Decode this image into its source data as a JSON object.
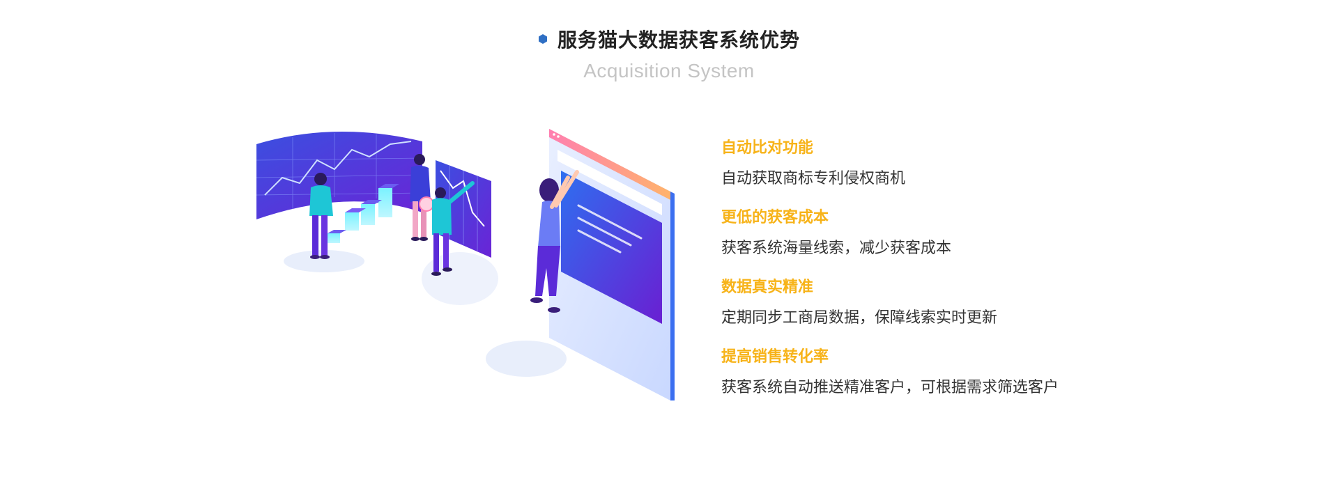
{
  "header": {
    "title": "服务猫大数据获客系统优势",
    "subtitle": "Acquisition System",
    "bullet_icon": "hexagon-icon",
    "bullet_color": "#2f6fc4"
  },
  "illustration": {
    "icon": "team-analytics-illustration"
  },
  "features": [
    {
      "title": "自动比对功能",
      "desc": "自动获取商标专利侵权商机"
    },
    {
      "title": "更低的获客成本",
      "desc": "获客系统海量线索，减少获客成本"
    },
    {
      "title": "数据真实精准",
      "desc": "定期同步工商局数据，保障线索实时更新"
    },
    {
      "title": "提高销售转化率",
      "desc": "获客系统自动推送精准客户，可根据需求筛选客户"
    }
  ],
  "colors": {
    "accent": "#f7b319",
    "text": "#333333",
    "subtitle": "#c4c4c4",
    "purple": "#5b2bd8",
    "teal": "#22c8d8"
  }
}
